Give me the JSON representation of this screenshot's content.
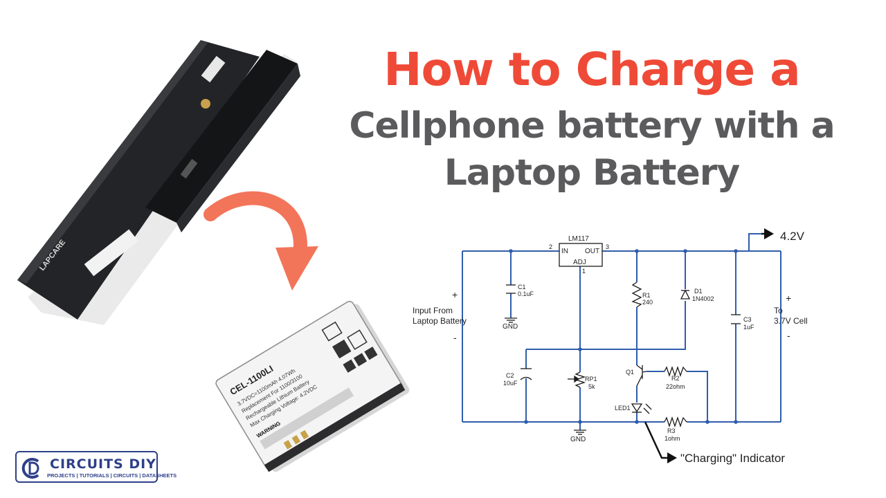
{
  "title": {
    "line1": "How to Charge a",
    "line2": "Cellphone battery with a",
    "line3": "Laptop Battery"
  },
  "colors": {
    "title_accent": "#ef4a37",
    "title_gray": "#5b5b5d",
    "wire": "#2f5dab",
    "arrow": "#f2755a",
    "logo": "#2e3f88"
  },
  "laptop_battery": {
    "brand": "LAPCARE"
  },
  "cell_battery": {
    "model": "CEL-1100LI",
    "spec_line": "3.7VDC=1100mAh 4.07Wh",
    "replacement": "Replacement For 1100/3100",
    "type": "Rechargeable Lithium Battery",
    "charging": "Max Charging Voltage: 4.2VDC",
    "warning": "WARNING"
  },
  "circuit": {
    "vout": "4.2V",
    "input_label_1": "Input From",
    "input_label_2": "Laptop Battery",
    "output_label_1": "To",
    "output_label_2": "3.7V Cell",
    "plus": "+",
    "minus": "-",
    "regulator": {
      "name": "LM117",
      "in": "IN",
      "out": "OUT",
      "adj": "ADJ",
      "pin_in": "2",
      "pin_out": "3",
      "pin_adj": "1"
    },
    "gnd": "GND",
    "c1": {
      "ref": "C1",
      "value": "0.1uF"
    },
    "c2": {
      "ref": "C2",
      "value": "10uF"
    },
    "c3": {
      "ref": "C3",
      "value": "1uF"
    },
    "r1": {
      "ref": "R1",
      "value": "240"
    },
    "r2": {
      "ref": "R2",
      "value": "22ohm"
    },
    "r3": {
      "ref": "R3",
      "value": "1ohm"
    },
    "rp1": {
      "ref": "RP1",
      "value": "5k"
    },
    "d1": {
      "ref": "D1",
      "value": "1N4002"
    },
    "q1": {
      "ref": "Q1"
    },
    "led1": {
      "ref": "LED1"
    },
    "indicator": "\"Charging\" Indicator"
  },
  "logo": {
    "brand": "CIRCUITS DIY",
    "tagline": "PROJECTS | TUTORIALS | CIRCUITS | DATASHEETS"
  }
}
